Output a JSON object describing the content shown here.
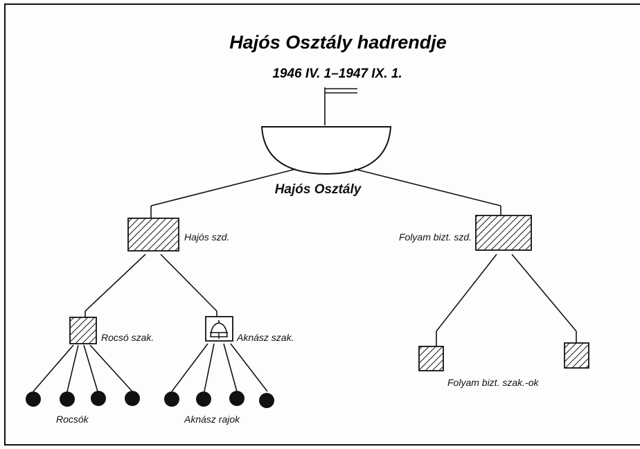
{
  "title": "Hajós Osztály hadrendje",
  "subtitle": "1946 IV. 1–1947 IX. 1.",
  "root": {
    "label": "Hajós Osztály",
    "icon": "ship-hull-icon"
  },
  "companies": [
    {
      "label": "Hajós szd.",
      "icon": "hatched-square-icon"
    },
    {
      "label": "Folyam bizt. szd.",
      "icon": "hatched-square-icon"
    }
  ],
  "sections": [
    {
      "label": "Rocsó szak.",
      "icon": "hatched-square-icon"
    },
    {
      "label": "Aknász szak.",
      "icon": "mine-bell-icon"
    }
  ],
  "section_groups": [
    {
      "label": "Folyam bizt. szak.-ok",
      "icon": "hatched-square-icon",
      "count": 2
    }
  ],
  "units": [
    {
      "label": "Rocsók",
      "icon": "filled-circle-icon",
      "count": 4
    },
    {
      "label": "Aknász rajok",
      "icon": "filled-circle-icon",
      "count": 4
    }
  ]
}
